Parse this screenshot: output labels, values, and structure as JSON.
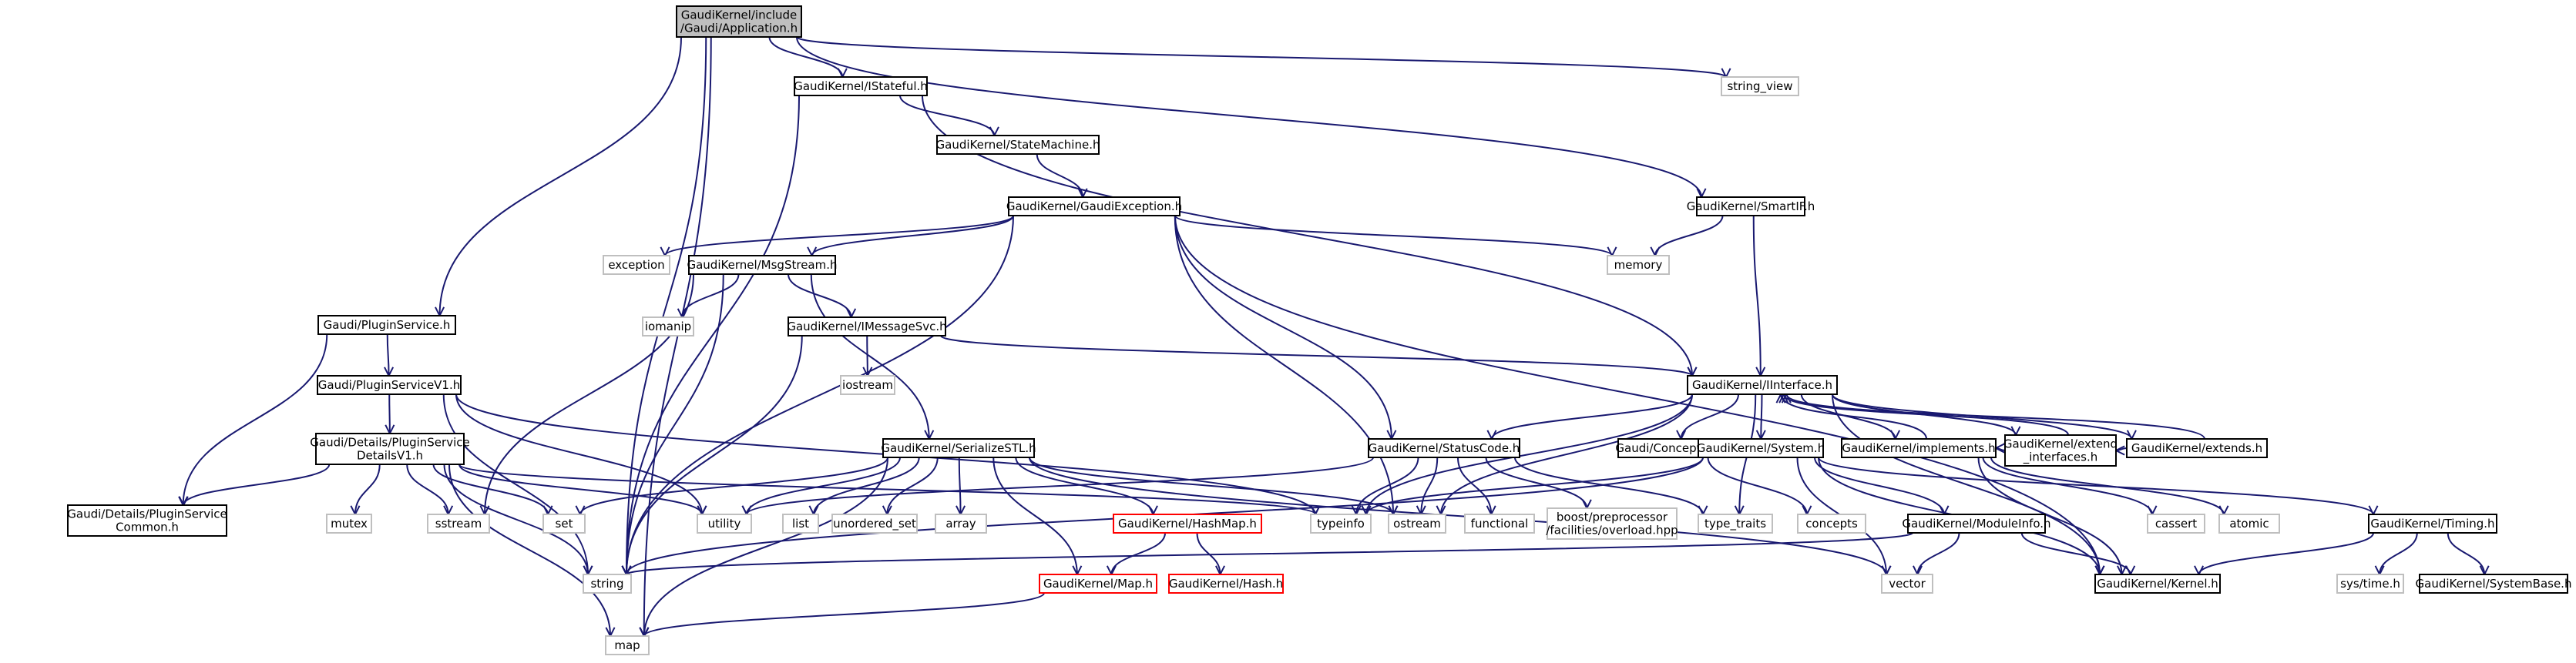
{
  "colors": {
    "edge": "#191970",
    "border_default": "#000000",
    "border_external": "#bfbfbf",
    "border_missing": "#ff0000",
    "fill_root": "#bfbfbf",
    "fill_default": "#ffffff"
  },
  "nodes": [
    {
      "id": "n0",
      "style": "root",
      "label": [
        "GaudiKernel/include",
        "/Gaudi/Application.h"
      ]
    },
    {
      "id": "n1",
      "style": "default",
      "label": [
        "GaudiKernel/IStateful.h"
      ]
    },
    {
      "id": "n2",
      "style": "external",
      "label": [
        "string_view"
      ]
    },
    {
      "id": "n3",
      "style": "default",
      "label": [
        "GaudiKernel/StateMachine.h"
      ]
    },
    {
      "id": "n4",
      "style": "default",
      "label": [
        "GaudiKernel/GaudiException.h"
      ]
    },
    {
      "id": "n5",
      "style": "default",
      "label": [
        "GaudiKernel/SmartIF.h"
      ]
    },
    {
      "id": "n6",
      "style": "external",
      "label": [
        "exception"
      ]
    },
    {
      "id": "n7",
      "style": "default",
      "label": [
        "GaudiKernel/MsgStream.h"
      ]
    },
    {
      "id": "n8",
      "style": "external",
      "label": [
        "memory"
      ]
    },
    {
      "id": "n9",
      "style": "default",
      "label": [
        "Gaudi/PluginService.h"
      ]
    },
    {
      "id": "n10",
      "style": "external",
      "label": [
        "iomanip"
      ]
    },
    {
      "id": "n11",
      "style": "default",
      "label": [
        "GaudiKernel/IMessageSvc.h"
      ]
    },
    {
      "id": "n12",
      "style": "external",
      "label": [
        "iostream"
      ]
    },
    {
      "id": "n13",
      "style": "default",
      "label": [
        "Gaudi/PluginServiceV1.h"
      ]
    },
    {
      "id": "n14",
      "style": "default",
      "label": [
        "GaudiKernel/IInterface.h"
      ]
    },
    {
      "id": "n15",
      "style": "default",
      "label": [
        "Gaudi/Details/PluginService",
        "DetailsV1.h"
      ]
    },
    {
      "id": "n16",
      "style": "default",
      "label": [
        "GaudiKernel/SerializeSTL.h"
      ]
    },
    {
      "id": "n17",
      "style": "default",
      "label": [
        "GaudiKernel/StatusCode.h"
      ]
    },
    {
      "id": "n18",
      "style": "default",
      "label": [
        "Gaudi/Concepts.h"
      ]
    },
    {
      "id": "n19",
      "style": "default",
      "label": [
        "GaudiKernel/System.h"
      ]
    },
    {
      "id": "n20",
      "style": "default",
      "label": [
        "GaudiKernel/implements.h"
      ]
    },
    {
      "id": "n21",
      "style": "default",
      "label": [
        "GaudiKernel/extend",
        "_interfaces.h"
      ]
    },
    {
      "id": "n22",
      "style": "default",
      "label": [
        "GaudiKernel/extends.h"
      ]
    },
    {
      "id": "n23",
      "style": "default",
      "label": [
        "Gaudi/Details/PluginService",
        "Common.h"
      ]
    },
    {
      "id": "n24",
      "style": "external",
      "label": [
        "mutex"
      ]
    },
    {
      "id": "n25",
      "style": "external",
      "label": [
        "sstream"
      ]
    },
    {
      "id": "n26",
      "style": "external",
      "label": [
        "set"
      ]
    },
    {
      "id": "n27",
      "style": "external",
      "label": [
        "utility"
      ]
    },
    {
      "id": "n28",
      "style": "external",
      "label": [
        "list"
      ]
    },
    {
      "id": "n29",
      "style": "external",
      "label": [
        "unordered_set"
      ]
    },
    {
      "id": "n30",
      "style": "external",
      "label": [
        "array"
      ]
    },
    {
      "id": "n31",
      "style": "missing",
      "label": [
        "GaudiKernel/HashMap.h"
      ]
    },
    {
      "id": "n32",
      "style": "external",
      "label": [
        "typeinfo"
      ]
    },
    {
      "id": "n33",
      "style": "external",
      "label": [
        "ostream"
      ]
    },
    {
      "id": "n34",
      "style": "external",
      "label": [
        "functional"
      ]
    },
    {
      "id": "n35",
      "style": "external",
      "label": [
        "boost/preprocessor",
        "/facilities/overload.hpp"
      ]
    },
    {
      "id": "n36",
      "style": "external",
      "label": [
        "type_traits"
      ]
    },
    {
      "id": "n37",
      "style": "external",
      "label": [
        "concepts"
      ]
    },
    {
      "id": "n38",
      "style": "default",
      "label": [
        "GaudiKernel/ModuleInfo.h"
      ]
    },
    {
      "id": "n39",
      "style": "external",
      "label": [
        "cassert"
      ]
    },
    {
      "id": "n40",
      "style": "external",
      "label": [
        "atomic"
      ]
    },
    {
      "id": "n41",
      "style": "default",
      "label": [
        "GaudiKernel/Timing.h"
      ]
    },
    {
      "id": "n42",
      "style": "external",
      "label": [
        "string"
      ]
    },
    {
      "id": "n43",
      "style": "missing",
      "label": [
        "GaudiKernel/Map.h"
      ]
    },
    {
      "id": "n44",
      "style": "missing",
      "label": [
        "GaudiKernel/Hash.h"
      ]
    },
    {
      "id": "n45",
      "style": "external",
      "label": [
        "vector"
      ]
    },
    {
      "id": "n46",
      "style": "default",
      "label": [
        "GaudiKernel/Kernel.h"
      ]
    },
    {
      "id": "n47",
      "style": "external",
      "label": [
        "sys/time.h"
      ]
    },
    {
      "id": "n48",
      "style": "default",
      "label": [
        "GaudiKernel/SystemBase.h"
      ]
    },
    {
      "id": "n49",
      "style": "external",
      "label": [
        "map"
      ]
    }
  ],
  "edges": [
    [
      "n0",
      "n1"
    ],
    [
      "n0",
      "n2"
    ],
    [
      "n0",
      "n5"
    ],
    [
      "n0",
      "n9"
    ],
    [
      "n0",
      "n42"
    ],
    [
      "n0",
      "n49"
    ],
    [
      "n1",
      "n3"
    ],
    [
      "n1",
      "n14"
    ],
    [
      "n1",
      "n42"
    ],
    [
      "n3",
      "n4"
    ],
    [
      "n4",
      "n6"
    ],
    [
      "n4",
      "n7"
    ],
    [
      "n4",
      "n8"
    ],
    [
      "n4",
      "n17"
    ],
    [
      "n4",
      "n42"
    ],
    [
      "n4",
      "n33"
    ],
    [
      "n4",
      "n46"
    ],
    [
      "n5",
      "n8"
    ],
    [
      "n5",
      "n14"
    ],
    [
      "n7",
      "n10"
    ],
    [
      "n7",
      "n11"
    ],
    [
      "n7",
      "n16"
    ],
    [
      "n7",
      "n25"
    ],
    [
      "n7",
      "n42"
    ],
    [
      "n11",
      "n12"
    ],
    [
      "n11",
      "n14"
    ],
    [
      "n11",
      "n42"
    ],
    [
      "n9",
      "n13"
    ],
    [
      "n9",
      "n23"
    ],
    [
      "n13",
      "n15"
    ],
    [
      "n13",
      "n42"
    ],
    [
      "n13",
      "n27"
    ],
    [
      "n13",
      "n32"
    ],
    [
      "n15",
      "n23"
    ],
    [
      "n15",
      "n24"
    ],
    [
      "n15",
      "n25"
    ],
    [
      "n15",
      "n26"
    ],
    [
      "n15",
      "n27"
    ],
    [
      "n15",
      "n42"
    ],
    [
      "n15",
      "n49"
    ],
    [
      "n15",
      "n32"
    ],
    [
      "n16",
      "n26"
    ],
    [
      "n16",
      "n27"
    ],
    [
      "n16",
      "n28"
    ],
    [
      "n16",
      "n29"
    ],
    [
      "n16",
      "n30"
    ],
    [
      "n16",
      "n31"
    ],
    [
      "n16",
      "n43"
    ],
    [
      "n16",
      "n33"
    ],
    [
      "n16",
      "n45"
    ],
    [
      "n16",
      "n49"
    ],
    [
      "n31",
      "n43"
    ],
    [
      "n31",
      "n44"
    ],
    [
      "n43",
      "n49"
    ],
    [
      "n14",
      "n17"
    ],
    [
      "n14",
      "n18"
    ],
    [
      "n14",
      "n19"
    ],
    [
      "n14",
      "n20"
    ],
    [
      "n14",
      "n21"
    ],
    [
      "n14",
      "n22"
    ],
    [
      "n14",
      "n32"
    ],
    [
      "n14",
      "n33"
    ],
    [
      "n14",
      "n36"
    ],
    [
      "n14",
      "n46"
    ],
    [
      "n17",
      "n27"
    ],
    [
      "n17",
      "n32"
    ],
    [
      "n17",
      "n33"
    ],
    [
      "n17",
      "n34"
    ],
    [
      "n17",
      "n35"
    ],
    [
      "n17",
      "n36"
    ],
    [
      "n18",
      "n37"
    ],
    [
      "n19",
      "n38"
    ],
    [
      "n19",
      "n41"
    ],
    [
      "n19",
      "n42"
    ],
    [
      "n19",
      "n45"
    ],
    [
      "n19",
      "n46"
    ],
    [
      "n19",
      "n32"
    ],
    [
      "n20",
      "n14"
    ],
    [
      "n20",
      "n39"
    ],
    [
      "n20",
      "n40"
    ],
    [
      "n20",
      "n46"
    ],
    [
      "n21",
      "n14"
    ],
    [
      "n21",
      "n20"
    ],
    [
      "n22",
      "n14"
    ],
    [
      "n22",
      "n21"
    ],
    [
      "n38",
      "n42"
    ],
    [
      "n38",
      "n45"
    ],
    [
      "n38",
      "n46"
    ],
    [
      "n41",
      "n46"
    ],
    [
      "n41",
      "n47"
    ],
    [
      "n41",
      "n48"
    ]
  ]
}
